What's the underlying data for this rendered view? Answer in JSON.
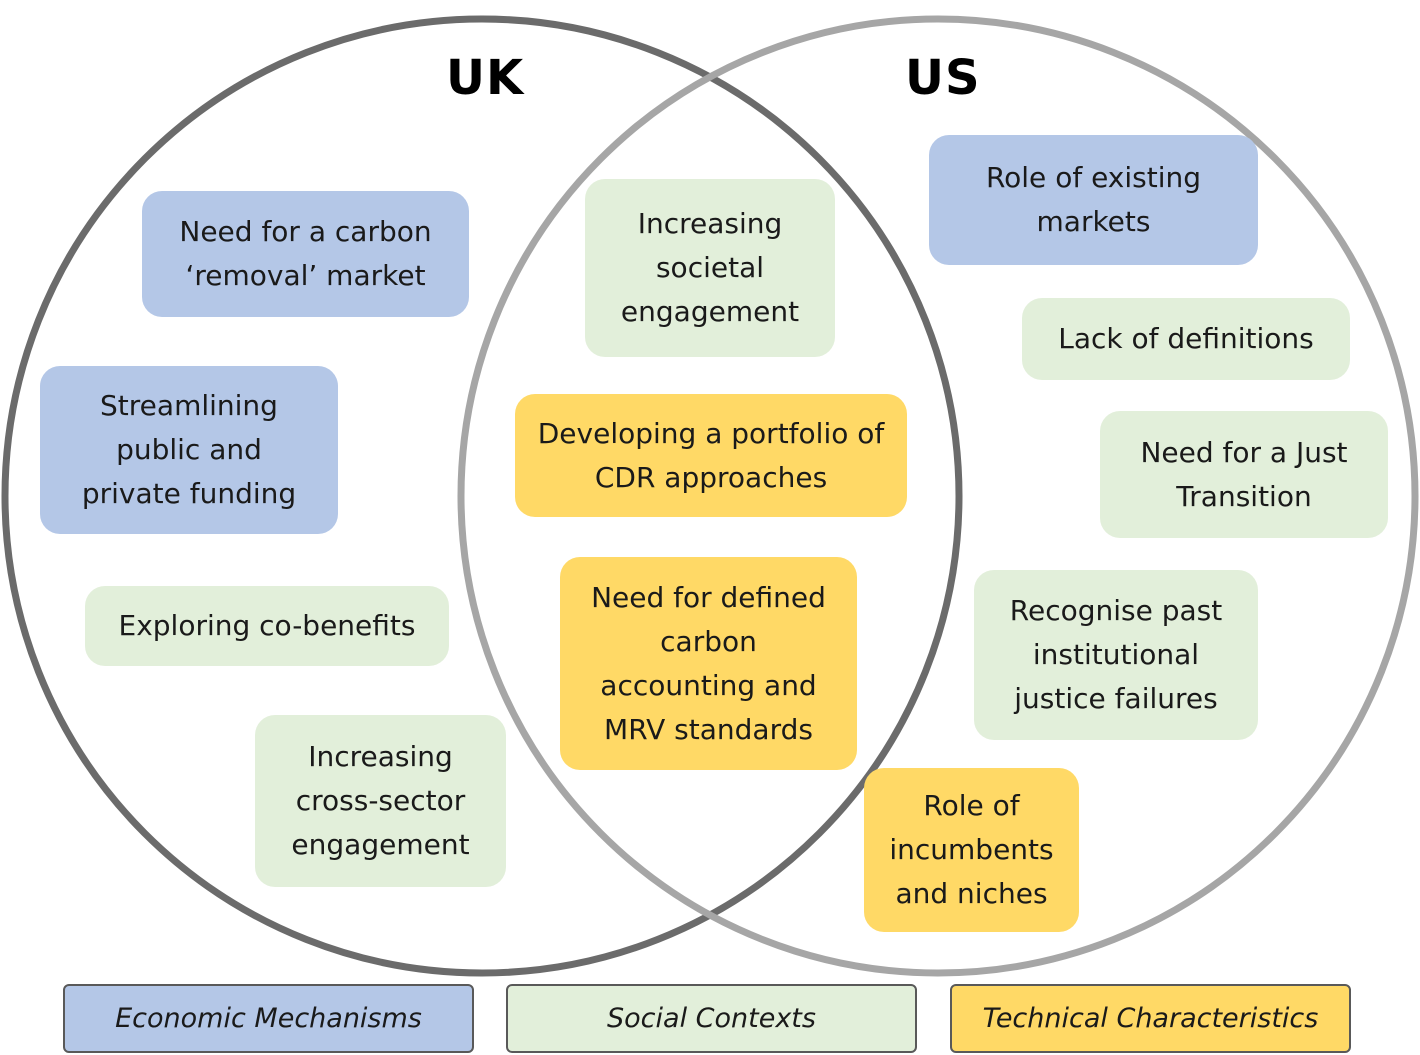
{
  "colors": {
    "economic": "#b4c7e7",
    "social": "#e2efda",
    "technical": "#ffd966",
    "uk_circle": "#6b6b6b",
    "us_circle": "#a6a6a6"
  },
  "circles": {
    "uk": {
      "label": "UK"
    },
    "us": {
      "label": "US"
    }
  },
  "items": {
    "uk_removal_market": {
      "text": "Need for a carbon ‘removal’ market",
      "category": "economic"
    },
    "uk_funding": {
      "text": "Streamlining public and private funding",
      "category": "economic"
    },
    "uk_cobenefits": {
      "text": "Exploring co-benefits",
      "category": "social"
    },
    "uk_cross_sector": {
      "text": "Increasing cross-sector engagement",
      "category": "social"
    },
    "both_societal": {
      "text": "Increasing societal engagement",
      "category": "social"
    },
    "both_portfolio": {
      "text": "Developing a portfolio of CDR approaches",
      "category": "technical"
    },
    "both_mrv": {
      "text": "Need for defined carbon accounting and MRV standards",
      "category": "technical"
    },
    "us_existing_markets": {
      "text": "Role of existing markets",
      "category": "economic"
    },
    "us_definitions": {
      "text": "Lack of definitions",
      "category": "social"
    },
    "us_just_transition": {
      "text": "Need for a Just Transition",
      "category": "social"
    },
    "us_justice_failures": {
      "text": "Recognise past institutional justice failures",
      "category": "social"
    },
    "us_incumbents": {
      "text": "Role of incumbents and niches",
      "category": "technical"
    }
  },
  "legend": {
    "economic": "Economic Mechanisms",
    "social": "Social Contexts",
    "technical": "Technical Characteristics"
  }
}
